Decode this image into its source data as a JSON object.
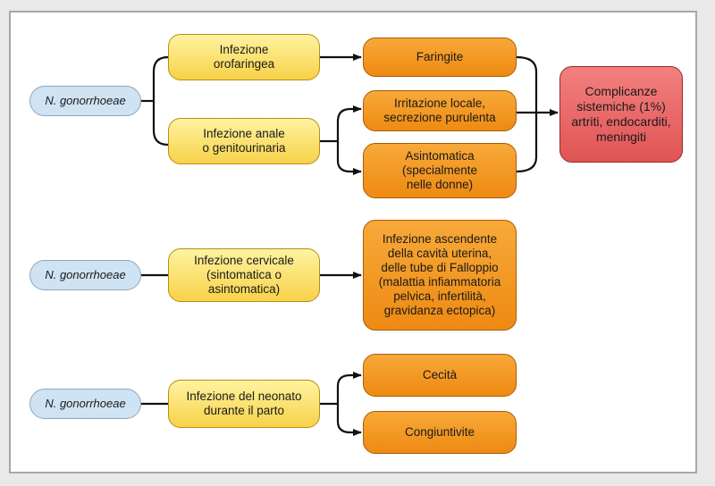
{
  "pathogen_labels": [
    "N. gonorrhoeae",
    "N. gonorrhoeae",
    "N. gonorrhoeae"
  ],
  "infections": {
    "orofaringea": "Infezione\norofaringea",
    "anale_genitourinaria": "Infezione anale\no genitourinaria",
    "cervicale": "Infezione cervicale\n(sintomatica o\nasintomatica)",
    "neonato": "Infezione del neonato\ndurante il parto"
  },
  "outcomes": {
    "faringite": "Faringite",
    "irritazione": "Irritazione locale,\nsecrezione purulenta",
    "asintomatica": "Asintomatica\n(specialmente\nnelle donne)",
    "ascendente": "Infezione ascendente\ndella cavità uterina,\ndelle tube di Falloppio\n(malattia infiammatoria\npelvica, infertilità,\ngravidanza ectopica)",
    "cecita": "Cecità",
    "congiuntivite": "Congiuntivite"
  },
  "complications": "Complicanze\nsistemiche (1%)\nartriti, endocarditi,\nmeningiti",
  "colors": {
    "pathogen": "#cfe3f3",
    "infection": "#f7d24a",
    "outcome": "#ee8a12",
    "complication": "#e05454"
  }
}
